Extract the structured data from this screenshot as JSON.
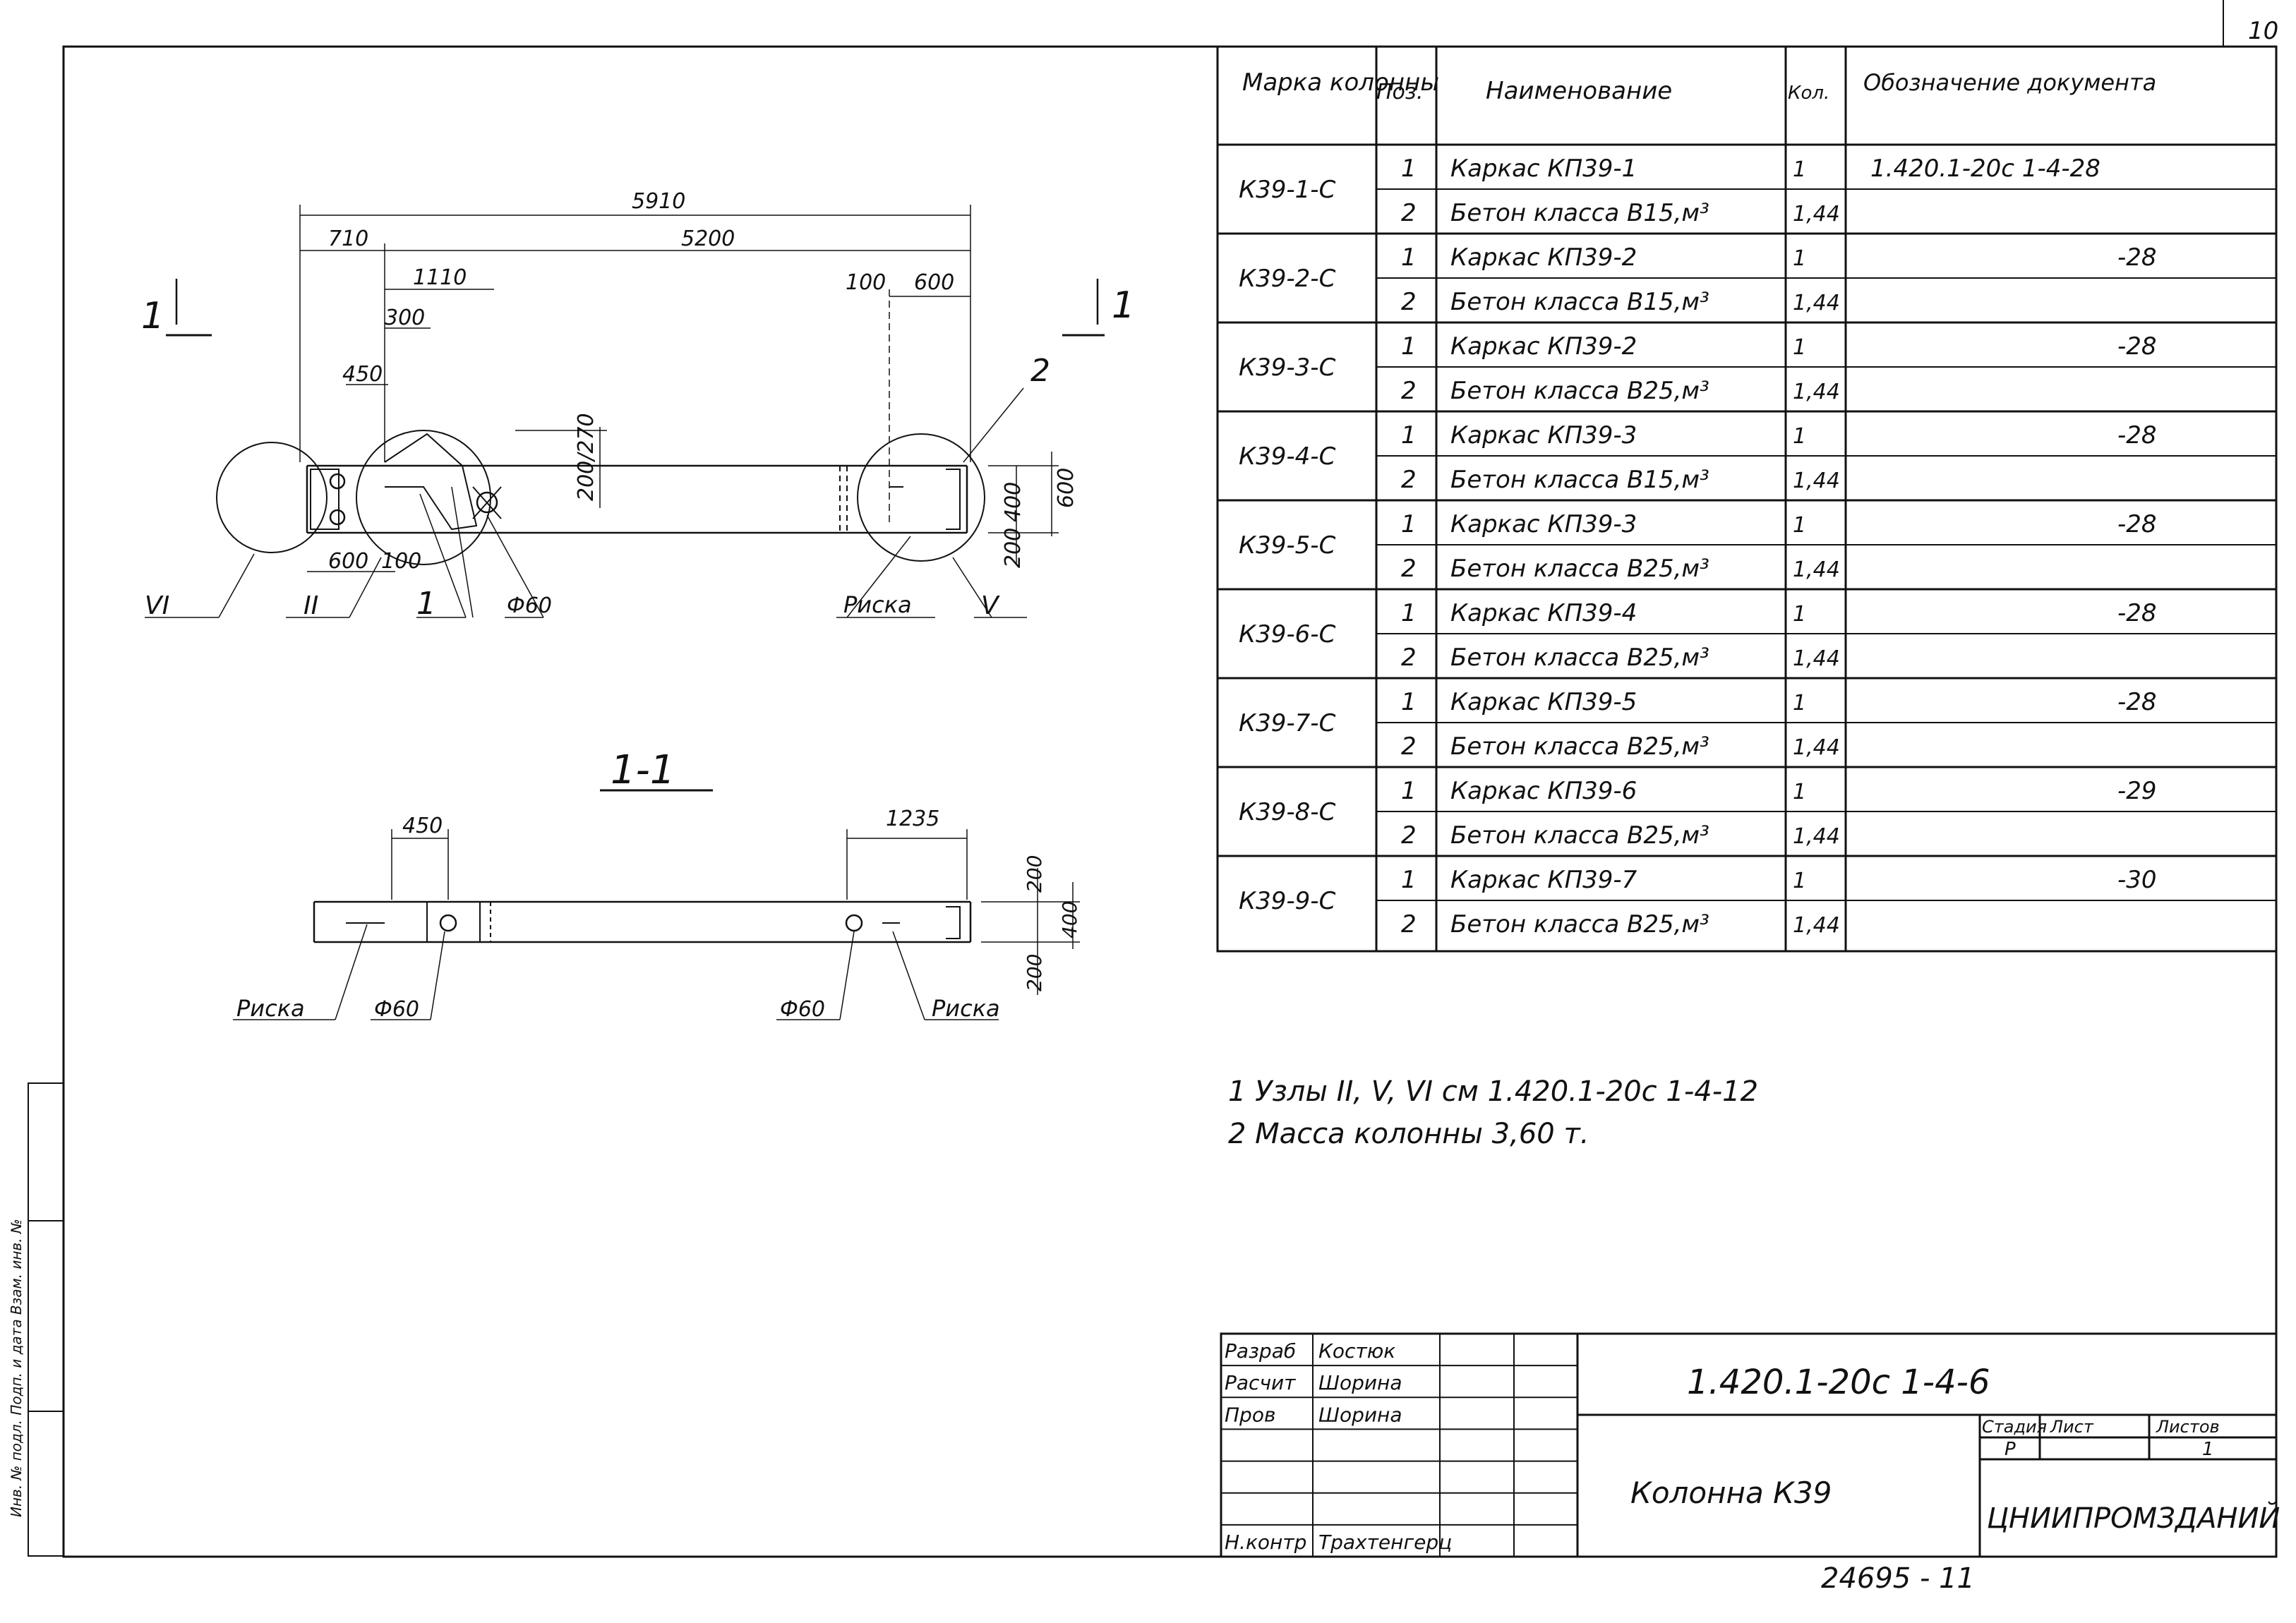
{
  "sheet": {
    "page_number": "10",
    "bottom_code": "24695 - 11"
  },
  "spec_table": {
    "headers": {
      "mark": "Марка колонны",
      "pos": "Поз.",
      "name": "Наименование",
      "qty": "Кол.",
      "doc": "Обозначение документа"
    },
    "rows": [
      {
        "mark": "К39-1-С",
        "items": [
          {
            "pos": "1",
            "name": "Каркас КП39-1",
            "qty": "1",
            "doc": "1.420.1-20с 1-4-28"
          },
          {
            "pos": "2",
            "name": "Бетон класса В15,м³",
            "qty": "1,44",
            "doc": ""
          }
        ]
      },
      {
        "mark": "К39-2-С",
        "items": [
          {
            "pos": "1",
            "name": "Каркас КП39-2",
            "qty": "1",
            "doc": "-28"
          },
          {
            "pos": "2",
            "name": "Бетон класса В15,м³",
            "qty": "1,44",
            "doc": ""
          }
        ]
      },
      {
        "mark": "К39-3-С",
        "items": [
          {
            "pos": "1",
            "name": "Каркас КП39-2",
            "qty": "1",
            "doc": "-28"
          },
          {
            "pos": "2",
            "name": "Бетон класса В25,м³",
            "qty": "1,44",
            "doc": ""
          }
        ]
      },
      {
        "mark": "К39-4-С",
        "items": [
          {
            "pos": "1",
            "name": "Каркас КП39-3",
            "qty": "1",
            "doc": "-28"
          },
          {
            "pos": "2",
            "name": "Бетон класса В15,м³",
            "qty": "1,44",
            "doc": ""
          }
        ]
      },
      {
        "mark": "К39-5-С",
        "items": [
          {
            "pos": "1",
            "name": "Каркас КП39-3",
            "qty": "1",
            "doc": "-28"
          },
          {
            "pos": "2",
            "name": "Бетон класса В25,м³",
            "qty": "1,44",
            "doc": ""
          }
        ]
      },
      {
        "mark": "К39-6-С",
        "items": [
          {
            "pos": "1",
            "name": "Каркас КП39-4",
            "qty": "1",
            "doc": "-28"
          },
          {
            "pos": "2",
            "name": "Бетон класса В25,м³",
            "qty": "1,44",
            "doc": ""
          }
        ]
      },
      {
        "mark": "К39-7-С",
        "items": [
          {
            "pos": "1",
            "name": "Каркас КП39-5",
            "qty": "1",
            "doc": "-28"
          },
          {
            "pos": "2",
            "name": "Бетон класса В25,м³",
            "qty": "1,44",
            "doc": ""
          }
        ]
      },
      {
        "mark": "К39-8-С",
        "items": [
          {
            "pos": "1",
            "name": "Каркас КП39-6",
            "qty": "1",
            "doc": "-29"
          },
          {
            "pos": "2",
            "name": "Бетон класса В25,м³",
            "qty": "1,44",
            "doc": ""
          }
        ]
      },
      {
        "mark": "К39-9-С",
        "items": [
          {
            "pos": "1",
            "name": "Каркас КП39-7",
            "qty": "1",
            "doc": "-30"
          },
          {
            "pos": "2",
            "name": "Бетон класса В25,м³",
            "qty": "1,44",
            "doc": ""
          }
        ]
      }
    ]
  },
  "notes": {
    "line1": "1 Узлы II, V, VI см 1.420.1-20с 1-4-12",
    "line2": "2 Масса колонны 3,60 т."
  },
  "drawing": {
    "dims": {
      "total": "5910",
      "d710": "710",
      "d5200": "5200",
      "d1110": "1110",
      "d300": "300",
      "d450": "450",
      "d100": "100",
      "d600": "600",
      "d200_270": "200/270",
      "d400": "400",
      "d600v": "600",
      "d200": "200",
      "d600b": "600",
      "d100b": "100"
    },
    "labels": {
      "section_mark_left": "1",
      "section_mark_right": "1",
      "pos_2": "2",
      "pos_1": "1",
      "node_VI": "VI",
      "node_II": "II",
      "node_V": "V",
      "riska": "Риска",
      "phi60": "Ф60"
    },
    "section": {
      "title": "1-1",
      "d450": "450",
      "d1235": "1235",
      "d200a": "200",
      "d400": "400",
      "d200b": "200",
      "riska_left": "Риска",
      "phi60_left": "Ф60",
      "phi60_right": "Ф60",
      "riska_right": "Риска"
    }
  },
  "title_block": {
    "roles": [
      "Разраб",
      "Расчит",
      "Пров",
      "",
      "",
      "",
      "Н.контр"
    ],
    "names": [
      "Костюк",
      "Шорина",
      "Шорина",
      "",
      "",
      "",
      "Трахтенгерц"
    ],
    "code": "1.420.1-20с 1-4-6",
    "title": "Колонна К39",
    "stage_label": "Стадия",
    "sheet_label": "Лист",
    "sheets_label": "Листов",
    "stage": "Р",
    "sheets": "1",
    "org": "ЦНИИПРОМЗДАНИЙ"
  },
  "side_stamp": {
    "text": "Инв. № подл.  Подп. и дата  Взам. инв. №"
  }
}
